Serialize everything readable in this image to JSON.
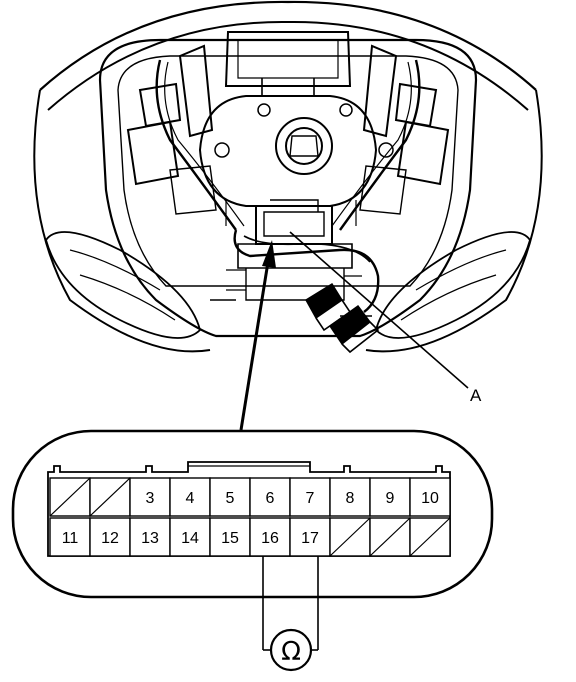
{
  "callout": {
    "label": "A"
  },
  "connector": {
    "top_row": [
      "",
      "",
      "3",
      "4",
      "5",
      "6",
      "7",
      "8",
      "9",
      "10"
    ],
    "bottom_row": [
      "11",
      "12",
      "13",
      "14",
      "15",
      "16",
      "17",
      "",
      "",
      ""
    ],
    "unused_cells": [
      "top-1",
      "top-2",
      "bottom-8",
      "bottom-9",
      "bottom-10"
    ]
  },
  "meter": {
    "symbol": "Ω"
  }
}
